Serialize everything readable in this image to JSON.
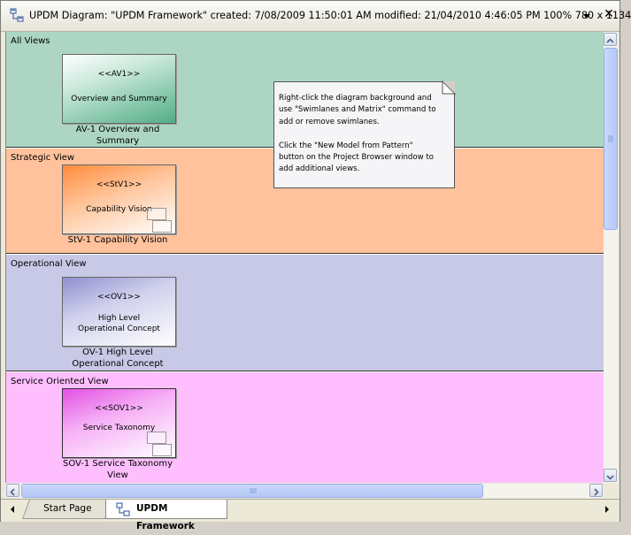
{
  "window": {
    "title": "UPDM Diagram: \"UPDM Framework\"   created: 7/08/2009 11:50:01 AM  modified: 21/04/2010 4:46:05 PM   100%   780 x 1134",
    "close_glyph": "✕"
  },
  "lanes": [
    {
      "label": "All Views",
      "color": "#acd6c3",
      "element": {
        "stereotype": "<<AV1>>",
        "name": "Overview and Summary",
        "caption_1": "AV-1 Overview and",
        "caption_2": "Summary"
      }
    },
    {
      "label": "Strategic View",
      "color": "#ffc29c",
      "element": {
        "stereotype": "<<StV1>>",
        "name": "Capability Vision",
        "caption_1": "StV-1 Capability Vision",
        "caption_2": ""
      }
    },
    {
      "label": "Operational View",
      "color": "#c8c9e6",
      "element": {
        "stereotype": "<<OV1>>",
        "name_1": "High Level",
        "name_2": "Operational Concept",
        "caption_1": "OV-1 High Level",
        "caption_2": "Operational Concept"
      }
    },
    {
      "label": "Service Oriented View",
      "color": "#ffbfff",
      "element": {
        "stereotype": "<<SOV1>>",
        "name": "Service Taxonomy",
        "caption_1": "SOV-1 Service Taxonomy",
        "caption_2": "View"
      }
    }
  ],
  "note": {
    "text": "Right-click the diagram background and\nuse \"Swimlanes and Matrix\" command to\nadd or remove swimlanes.\n\nClick the \"New Model from Pattern\"\nbutton on the Project Browser window to\nadd additional views."
  },
  "tabs": [
    {
      "label": "Start Page",
      "active": false
    },
    {
      "label": "UPDM Framework",
      "active": true
    }
  ],
  "icons": {
    "title": "diagram-icon",
    "dropdown": "chevron-down-icon",
    "close": "close-icon",
    "tab": "diagram-icon"
  }
}
